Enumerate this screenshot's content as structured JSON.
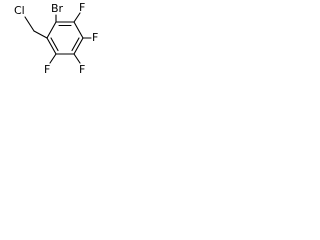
{
  "molecule": {
    "labels": {
      "chloro": "Cl",
      "bromo": "Br",
      "fluoro_1": "F",
      "fluoro_2": "F",
      "fluoro_3": "F",
      "fluoro_4": "F"
    }
  }
}
